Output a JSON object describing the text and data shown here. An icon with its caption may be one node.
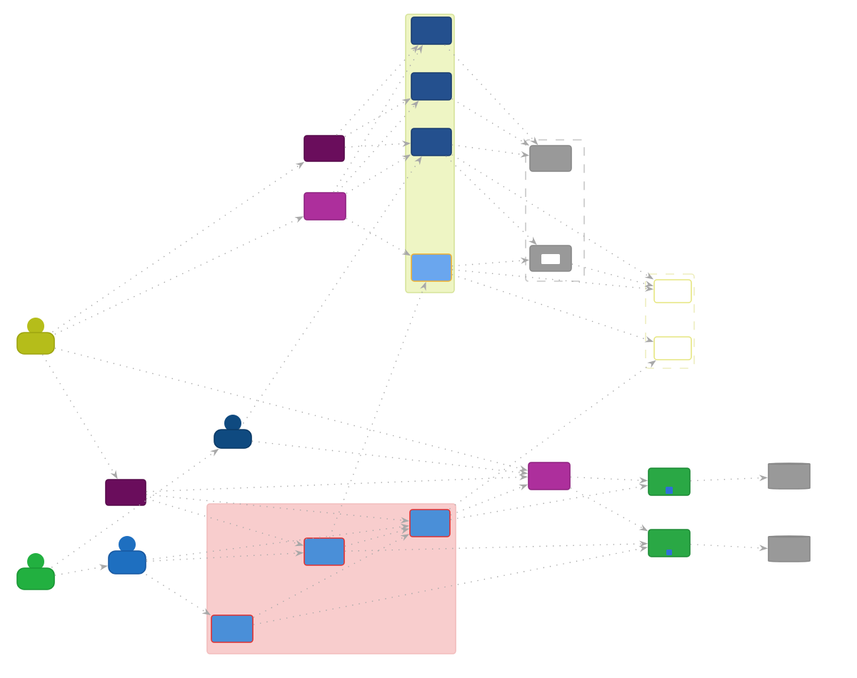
{
  "diagram": {
    "nodes": [
      {
        "text": [],
        "shape": "box"
      },
      {
        "text": [],
        "shape": "box",
        "in": 0
      },
      {
        "text": [],
        "shape": "box",
        "in": 0
      },
      {
        "text": [],
        "shape": "box",
        "in": 0
      },
      {
        "text": [],
        "shape": "box",
        "in": 0
      },
      {
        "text": [],
        "shape": "box"
      },
      {
        "text": [],
        "shape": "box"
      },
      {
        "text": [],
        "shape": "box"
      },
      {
        "text": [],
        "shape": "box",
        "in": 7
      },
      {
        "text": [],
        "shape": "box",
        "in": 7
      },
      {
        "text": [],
        "shape": "box"
      },
      {
        "text": [],
        "shape": "box",
        "in": 10
      },
      {
        "text": [],
        "shape": "box",
        "in": 10
      },
      {
        "text": [],
        "shape": "person"
      },
      {
        "text": [],
        "shape": "person"
      },
      {
        "text": [],
        "shape": "box"
      },
      {
        "text": [],
        "shape": "person"
      },
      {
        "text": [],
        "shape": "person"
      },
      {
        "text": [],
        "shape": "box"
      },
      {
        "text": [],
        "shape": "box",
        "in": 18
      },
      {
        "text": [],
        "shape": "box",
        "in": 18
      },
      {
        "text": [],
        "shape": "box",
        "in": 18
      },
      {
        "text": [],
        "shape": "box"
      },
      {
        "text": [],
        "shape": "box"
      },
      {
        "text": [],
        "shape": "box"
      },
      {
        "text": [],
        "shape": "cylinder"
      },
      {
        "text": [],
        "shape": "cylinder"
      }
    ],
    "edges": [
      {
        "from": 13,
        "to": 6,
        "arrow": "to"
      },
      {
        "from": 13,
        "to": 5,
        "arrow": "to"
      },
      {
        "from": 13,
        "to": 22,
        "arrow": "to"
      },
      {
        "from": 13,
        "to": 15,
        "arrow": "to"
      },
      {
        "from": 16,
        "to": 17,
        "arrow": "to"
      },
      {
        "from": 16,
        "to": 14,
        "arrow": "to"
      },
      {
        "from": 14,
        "to": 22,
        "arrow": "to"
      },
      {
        "from": 14,
        "to": 3,
        "arrow": "to"
      },
      {
        "from": 5,
        "to": 1,
        "arrow": "to"
      },
      {
        "from": 5,
        "to": 2,
        "arrow": "to"
      },
      {
        "from": 5,
        "to": 3,
        "arrow": "to"
      },
      {
        "from": 6,
        "to": 1,
        "arrow": "to"
      },
      {
        "from": 6,
        "to": 2,
        "arrow": "to"
      },
      {
        "from": 6,
        "to": 3,
        "arrow": "to"
      },
      {
        "from": 6,
        "to": 4,
        "arrow": "to"
      },
      {
        "from": 1,
        "to": 8,
        "arrow": "to"
      },
      {
        "from": 2,
        "to": 8,
        "arrow": "to"
      },
      {
        "from": 3,
        "to": 8,
        "arrow": "to"
      },
      {
        "from": 3,
        "to": 9,
        "arrow": "to"
      },
      {
        "from": 4,
        "to": 9,
        "arrow": "to"
      },
      {
        "from": 3,
        "to": 11,
        "arrow": "to"
      },
      {
        "from": 4,
        "to": 11,
        "arrow": "to"
      },
      {
        "from": 4,
        "to": 12,
        "arrow": "to"
      },
      {
        "from": 9,
        "to": 11,
        "arrow": "to"
      },
      {
        "from": 15,
        "to": 19,
        "arrow": "to"
      },
      {
        "from": 15,
        "to": 20,
        "arrow": "to"
      },
      {
        "from": 15,
        "to": 22,
        "arrow": "to"
      },
      {
        "from": 17,
        "to": 19,
        "arrow": "to"
      },
      {
        "from": 17,
        "to": 21,
        "arrow": "to"
      },
      {
        "from": 17,
        "to": 20,
        "arrow": "to"
      },
      {
        "from": 19,
        "to": 20,
        "arrow": "to"
      },
      {
        "from": 19,
        "to": 4,
        "arrow": "to"
      },
      {
        "from": 21,
        "to": 20,
        "arrow": "to"
      },
      {
        "from": 21,
        "to": 24,
        "arrow": "to"
      },
      {
        "from": 19,
        "to": 24,
        "arrow": "to"
      },
      {
        "from": 20,
        "to": 22,
        "arrow": "to"
      },
      {
        "from": 20,
        "to": 23,
        "arrow": "to"
      },
      {
        "from": 20,
        "to": 12,
        "arrow": "to"
      },
      {
        "from": 22,
        "to": 23,
        "arrow": "to"
      },
      {
        "from": 22,
        "to": 24,
        "arrow": "to"
      },
      {
        "from": 23,
        "to": 25,
        "arrow": "to"
      },
      {
        "from": 24,
        "to": 26,
        "arrow": "to"
      }
    ]
  }
}
